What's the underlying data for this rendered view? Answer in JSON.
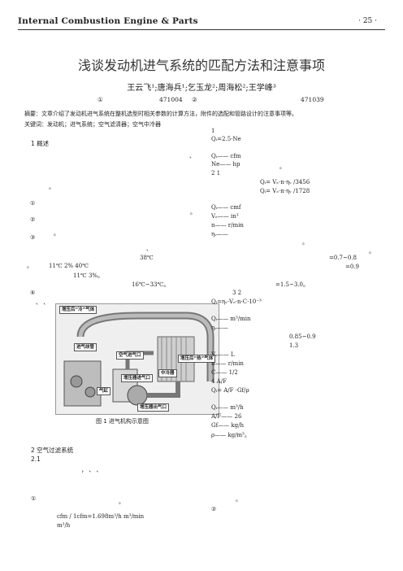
{
  "header": {
    "journal": "Internal Combustion Engine & Parts",
    "page": "· 25 ·"
  },
  "title": "浅谈发动机进气系统的匹配方法和注意事项",
  "authors": "王云飞¹;唐海兵¹;乞玉龙²;周海松²;王学峰³",
  "affiliations": {
    "left_mark": "①",
    "code1": "471004",
    "mid_mark": "②",
    "code2": "471039"
  },
  "abstract": {
    "line1": "摘要：文章介绍了发动机进气系统在整机选型时相关参数的计算方法，附件的选配和管路设计的注意事项等。",
    "line2": "关键词：发动机；进气系统；空气滤清器；空气中冷器"
  },
  "left": {
    "s1": "1 概述",
    "dot": "、",
    "period1": "。",
    "c1": "①",
    "p2": "。",
    "c2": "②",
    "p3": "。",
    "c3": "③",
    "comma1": "、",
    "temp1": "38℃",
    "temp_line": "11℃                    2%                    40℃",
    "temp_line2": "11℃                    3%。",
    "temp3": "16℃~33℃。",
    "c4": "④",
    "commas": "、                                    、",
    "p4": "。",
    "fig_caption": "图 1  进气机构示意图",
    "s2": "2 空气过滤系统",
    "s21": "2.1",
    "commas2": "，          、                    、",
    "c5": "①",
    "p5": "。",
    "unit_line": "cfm                /     1cfm=1.698m³/h       m³/min",
    "unit_line2": "m³/h"
  },
  "figure_labels": {
    "cold": "增压后“冷”气体",
    "intake": "进气歧管",
    "inlet": "空气进气口",
    "intercooler": "中冷器",
    "hot": "增压后“热”气体",
    "cyl": "气缸",
    "turbo_in": "增压器进气口",
    "turbo_out": "增压器出气口"
  },
  "right": {
    "n1": "1",
    "f1": "Qᵢ=2.5·Ne",
    "d1": "Qᵢ——             cfm",
    "d2": "Ne——          hp",
    "d2p": "。",
    "n2": "2              1",
    "f2a": "Qᵢ= Vₑ·n·ηᵥ /3456",
    "f2b": "Qᵢ= Vₑ·n·ηᵥ /1728",
    "d3": "Qᵢ——             cmf",
    "d4": "Vₑ——                in³",
    "d5": "n——                r/min",
    "d6": "ηᵥ——",
    "p6": "。",
    "r1": "=0.7~0.8",
    "r2": "=0.9",
    "r3": "=1.5~3.0。",
    "n3": "3              2",
    "f3": "Qᵢ=ηᵥ·Vₑ·n·C·10⁻³",
    "d7": "Qᵢ——             m³/min",
    "d8": "ηᵥ——",
    "r4": "0.85~0.9",
    "r5": "1.3",
    "d9": "Vₑ——                 L",
    "d10": "n——                 r/min",
    "d11": "C——                          1/2",
    "n4": "4             A/F",
    "f4": "Qᵢ=  A/F  ·Gf/ρ",
    "d12": "Qᵢ——                m³/h",
    "d13": "A/F——                                26",
    "d14": "Gf——                                kg/h",
    "d15": "ρ——                                kg/m³。",
    "c6": "②",
    "p7": "。"
  }
}
